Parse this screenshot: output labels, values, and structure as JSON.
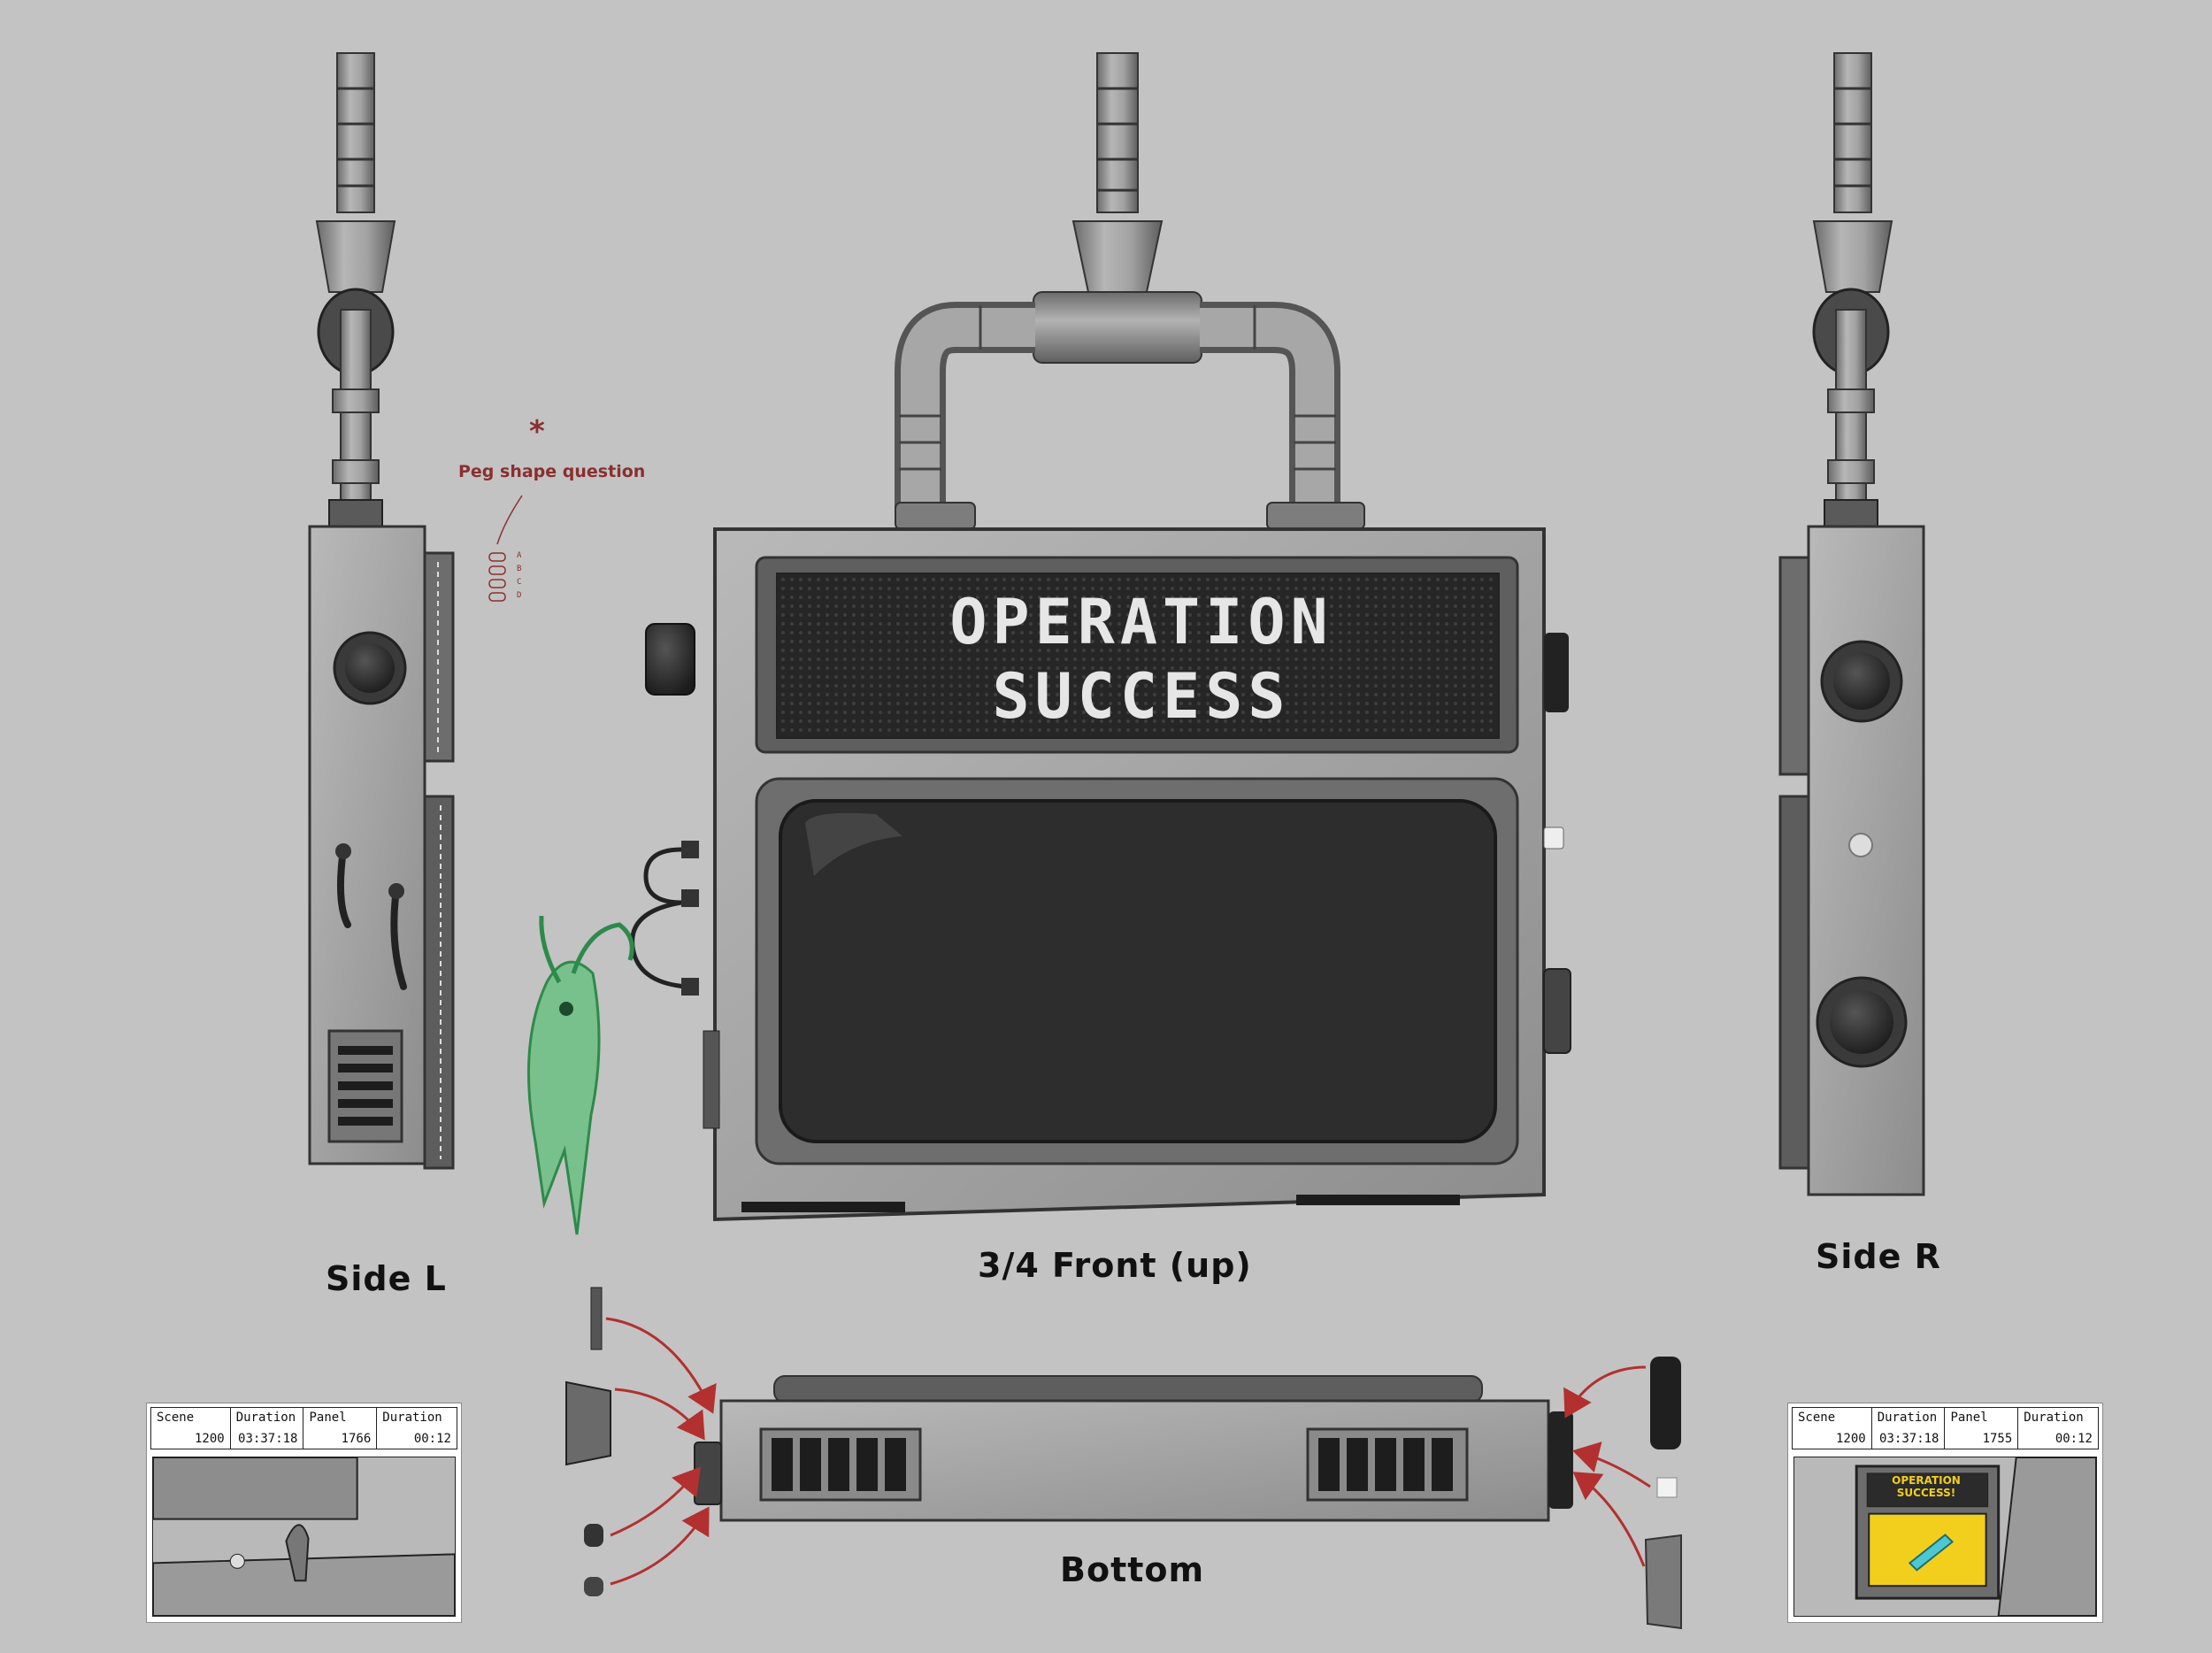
{
  "labels": {
    "side_left": "Side L",
    "front": "3/4 Front (up)",
    "side_right": "Side R",
    "bottom": "Bottom"
  },
  "screen": {
    "line1": "OPERATION",
    "line2": "SUCCESS"
  },
  "note": {
    "asterisk": "*",
    "title": "Peg shape question",
    "options": [
      "A",
      "B",
      "C",
      "D"
    ]
  },
  "storyboard_left": {
    "scene_label": "Scene",
    "scene": "1200",
    "duration_label": "Duration",
    "duration": "03:37:18",
    "panel_label": "Panel",
    "panel": "1766",
    "panel_duration_label": "Duration",
    "panel_duration": "00:12"
  },
  "storyboard_right": {
    "scene_label": "Scene",
    "scene": "1200",
    "duration_label": "Duration",
    "duration": "03:37:18",
    "panel_label": "Panel",
    "panel": "1755",
    "panel_duration_label": "Duration",
    "panel_duration": "00:12",
    "sign_text": "OPERATION SUCCESS!"
  },
  "colors": {
    "background": "#c3c3c3",
    "metal": "#9b9b9b",
    "screen_dark": "#2d2d2d",
    "annotation_red": "#b23030",
    "character_green": "#5fbf7a"
  }
}
